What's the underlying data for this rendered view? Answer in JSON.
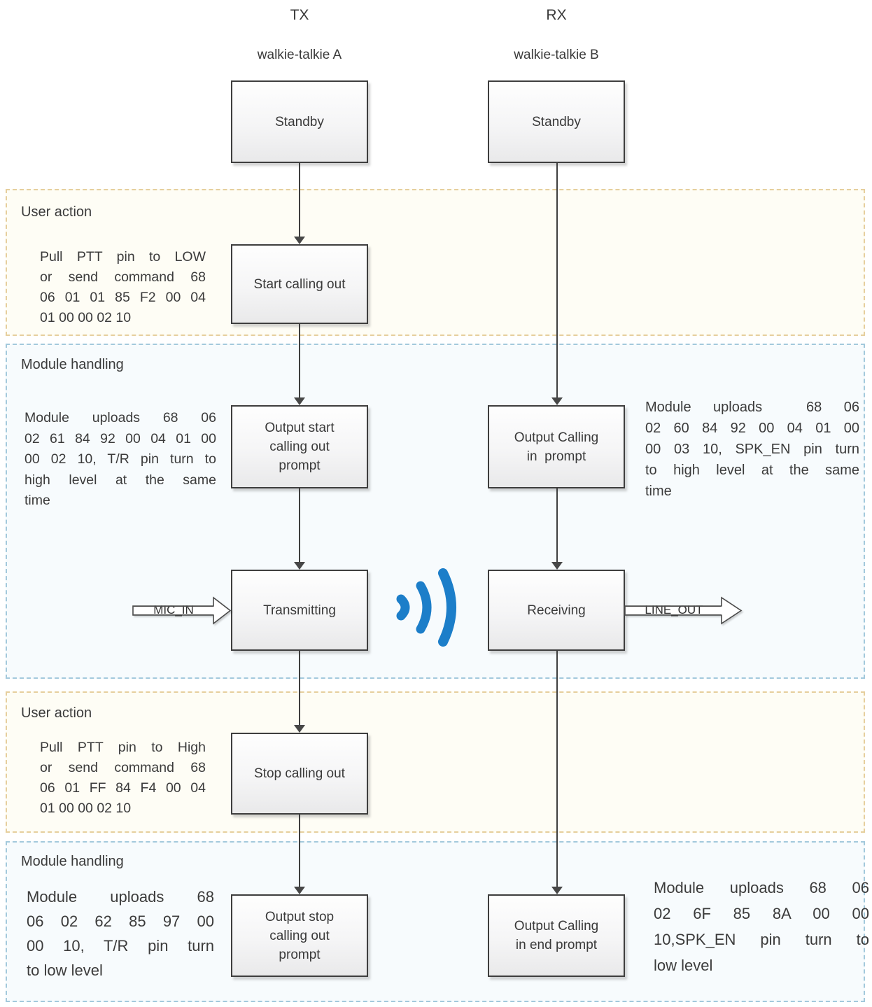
{
  "header": {
    "tx_label": "TX",
    "rx_label": "RX",
    "tx_device": "walkie-talkie A",
    "rx_device": "walkie-talkie B"
  },
  "sections": {
    "user_action_1": {
      "label": "User action",
      "note": [
        "Pull PTT pin to LOW",
        "or send command 68",
        "06 01 01 85 F2 00 04",
        "01 00 00 02 10"
      ]
    },
    "module_handling_1": {
      "label": "Module handling",
      "tx_note": [
        "Module uploads 68 06",
        "02 61 84 92 00 04 01 00",
        "00 02 10, T/R pin turn to",
        "high level at the same",
        "time"
      ],
      "rx_note": [
        "Module uploads  68 06",
        "02 60 84 92 00 04 01 00",
        "00 03 10, SPK_EN pin turn",
        "to high level at the same",
        "time"
      ]
    },
    "user_action_2": {
      "label": "User action",
      "note": [
        "Pull PTT pin to High",
        "or send command 68",
        "06 01 FF 84 F4 00 04",
        "01 00 00 02 10"
      ]
    },
    "module_handling_2": {
      "label": "Module handling",
      "tx_note": [
        "Module uploads 68",
        "06 02 62 85 97 00",
        "00 10, T/R pin turn",
        "to low level"
      ],
      "rx_note": [
        "Module uploads 68 06",
        "02 6F 85 8A 00 00",
        "10,SPK_EN pin turn to",
        "low level"
      ]
    }
  },
  "tx_flow": {
    "standby": "Standby",
    "start_calling": "Start calling out",
    "output_start": "Output start\ncalling out\nprompt",
    "transmitting": "Transmitting",
    "stop_calling": "Stop calling out",
    "output_stop": "Output stop\ncalling out\nprompt"
  },
  "rx_flow": {
    "standby": "Standby",
    "output_calling_in": "Output Calling\nin  prompt",
    "receiving": "Receiving",
    "output_calling_end": "Output Calling\nin end prompt"
  },
  "signals": {
    "mic_in": "MIC_IN",
    "line_out": "LINE_OUT"
  },
  "icons": {
    "radio_wave": "radio-wave-icon"
  },
  "colors": {
    "user_action_border": "#e6cf9d",
    "user_action_bg": "#fefdf5",
    "module_handling_border": "#a3c9dc",
    "module_handling_bg": "#f7fbfd",
    "box_border": "#3e3e3e",
    "arrow": "#3f3f3f",
    "signal_blue": "#1c7ec9",
    "text": "#3b3b3b"
  }
}
